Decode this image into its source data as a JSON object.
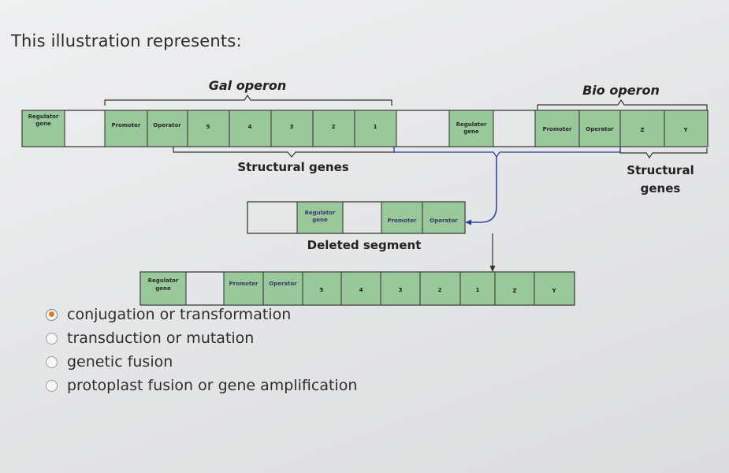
{
  "question": "This illustration represents:",
  "diagram": {
    "gal_title": "Gal operon",
    "bio_title": "Bio operon",
    "structural_left": "Structural genes",
    "structural_right_1": "Structural",
    "structural_right_2": "genes",
    "deleted_label": "Deleted segment",
    "regulator_1": "Regulator",
    "regulator_2": "gene",
    "promoter": "Promoter",
    "operator": "Operator",
    "top_numbers": [
      "5",
      "4",
      "3",
      "2",
      "1"
    ],
    "bio_genes": [
      "Z",
      "Y"
    ],
    "bottom_numbers": [
      "5",
      "4",
      "3",
      "2",
      "1"
    ],
    "bottom_genes": [
      "Z",
      "Y"
    ]
  },
  "options": [
    {
      "label": "conjugation or transformation",
      "selected": true
    },
    {
      "label": "transduction or mutation",
      "selected": false
    },
    {
      "label": "genetic fusion",
      "selected": false
    },
    {
      "label": "protoplast fusion or gene amplification",
      "selected": false
    }
  ],
  "colors": {
    "cell_fill": "#99c89a",
    "bar_fill": "#ffffff",
    "arrow": "#2b3f9a",
    "selected": "#e07a1f"
  }
}
